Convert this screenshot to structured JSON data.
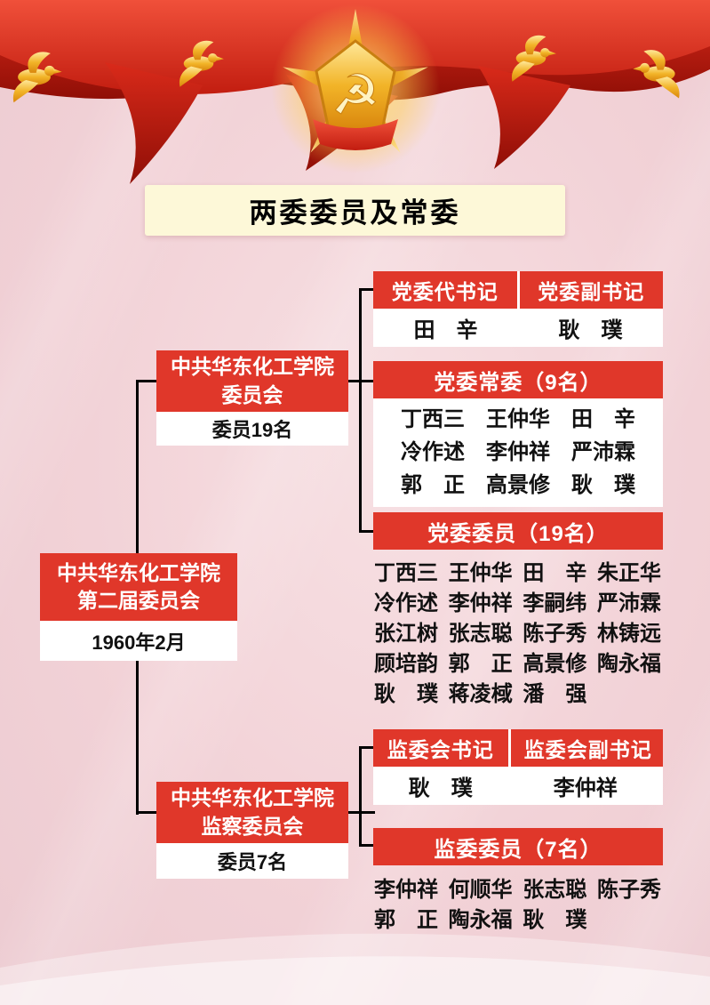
{
  "page": {
    "title": "两委委员及常委"
  },
  "colors": {
    "background_pink": "#f2d2d7",
    "box_red": "#e0372a",
    "banner_red": "#c21d10",
    "gold": "#f2b428",
    "title_cream": "#fdf8d8",
    "connector_black": "#000000"
  },
  "icons": {
    "emblem": "party-emblem-icon",
    "doves": "dove-icon"
  },
  "root": {
    "line1": "中共华东化工学院",
    "line2": "第二届委员会",
    "date": "1960年2月"
  },
  "party_branch": {
    "line1": "中共华东化工学院",
    "line2": "委员会",
    "member_count": "委员19名",
    "secretary_box": {
      "left_header": "党委代书记",
      "right_header": "党委副书记",
      "left_value": "田　辛",
      "right_value": "耿　璞"
    },
    "standing_committee": {
      "header": "党委常委（9名）",
      "rows": [
        "丁西三　王仲华　田　辛",
        "冷作述　李仲祥　严沛霖",
        "郭　正　高景修　耿　璞"
      ]
    },
    "members": {
      "header": "党委委员（19名）",
      "rows": [
        "丁西三 王仲华 田　辛 朱正华",
        "冷作述 李仲祥 李嗣纬 严沛霖",
        "张江树 张志聪 陈子秀 林铸远",
        "顾培韵 郭　正 高景修 陶永福",
        "耿　璞 蒋凌棫 潘　强"
      ]
    }
  },
  "supervisory_branch": {
    "line1": "中共华东化工学院",
    "line2": "监察委员会",
    "member_count": "委员7名",
    "secretary_box": {
      "left_header": "监委会书记",
      "right_header": "监委会副书记",
      "left_value": "耿　璞",
      "right_value": "李仲祥"
    },
    "members": {
      "header": "监委委员（7名）",
      "rows": [
        "李仲祥 何顺华 张志聪 陈子秀",
        "郭　正 陶永福 耿　璞"
      ]
    }
  }
}
